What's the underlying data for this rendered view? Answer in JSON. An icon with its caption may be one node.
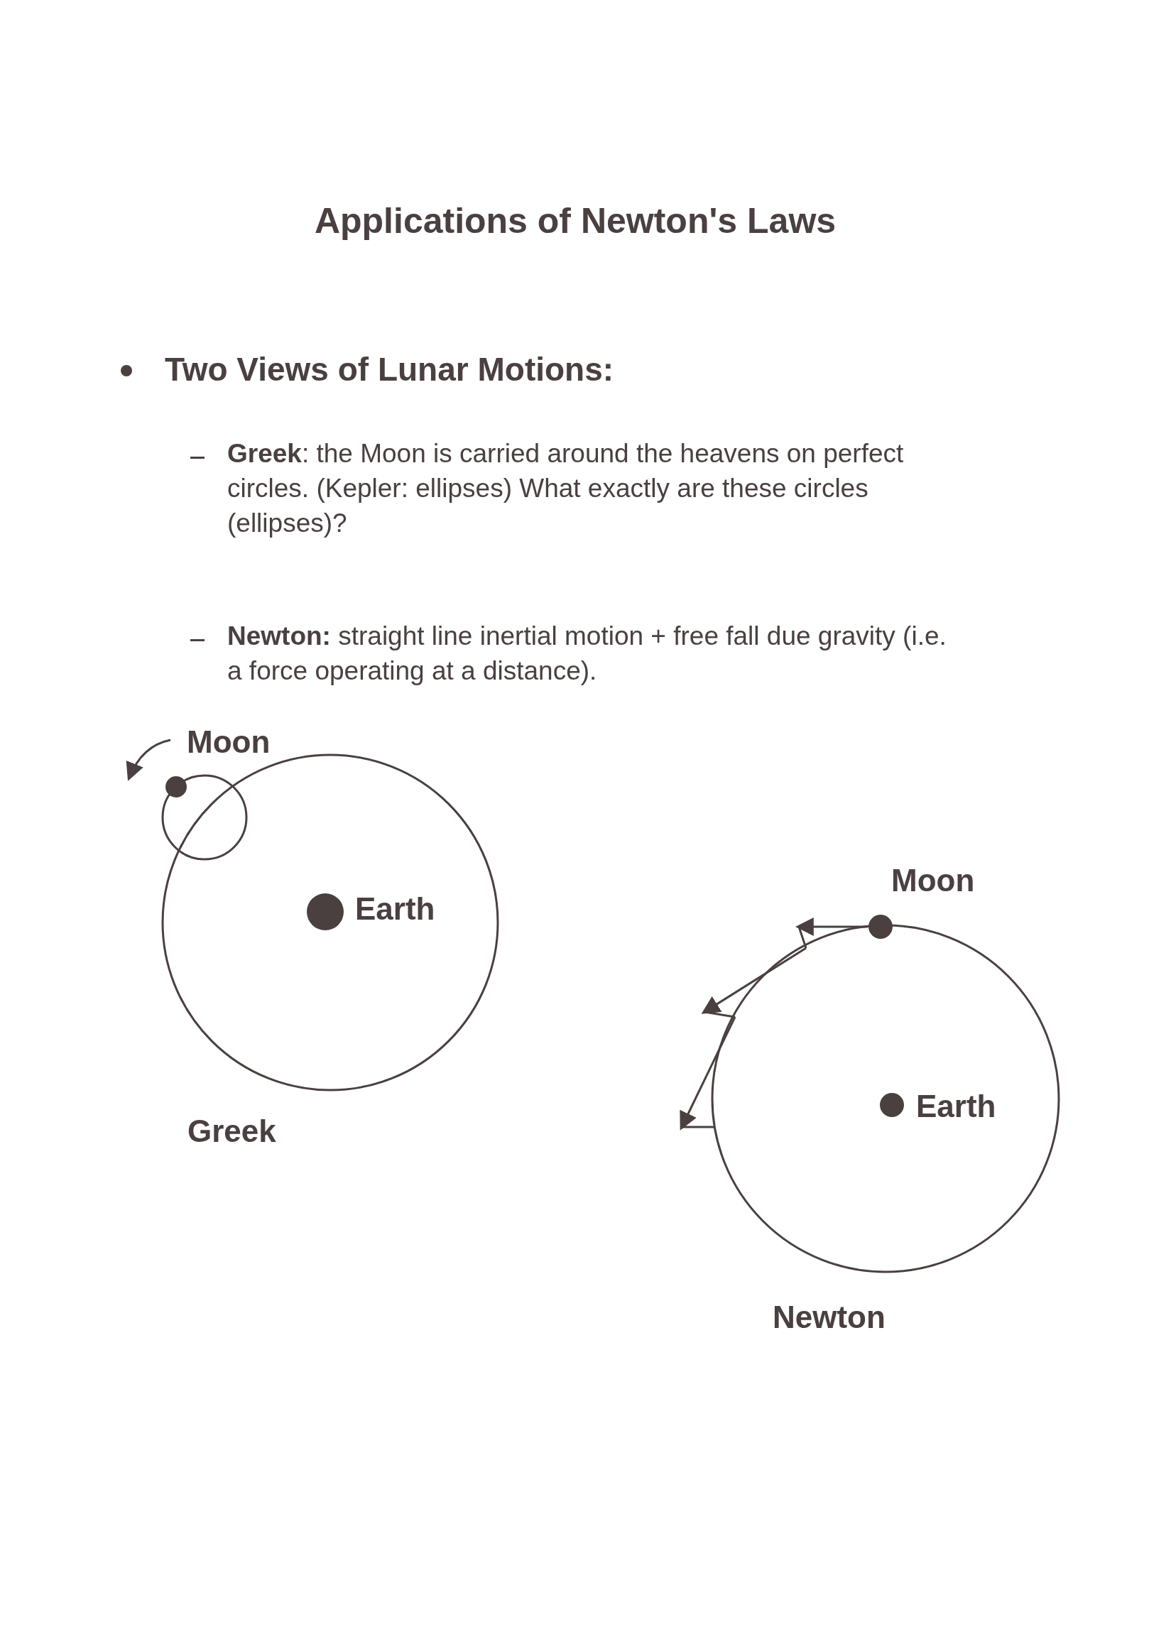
{
  "diagram": {
    "title": "Applications of Newton's Laws",
    "labels": [
      "Two Views of Lunar Motions:",
      "**Greek**: the Moon is carried around the heavens on perfect circles.  (Kepler: ellipses)  What exactly are these circles (ellipses)?",
      "**Newton:** straight line inertial motion + free fall due gravity (i.e. a force operating at a distance).",
      "Moon",
      "Earth",
      "Greek",
      "Moon",
      "Earth",
      "Newton"
    ]
  }
}
